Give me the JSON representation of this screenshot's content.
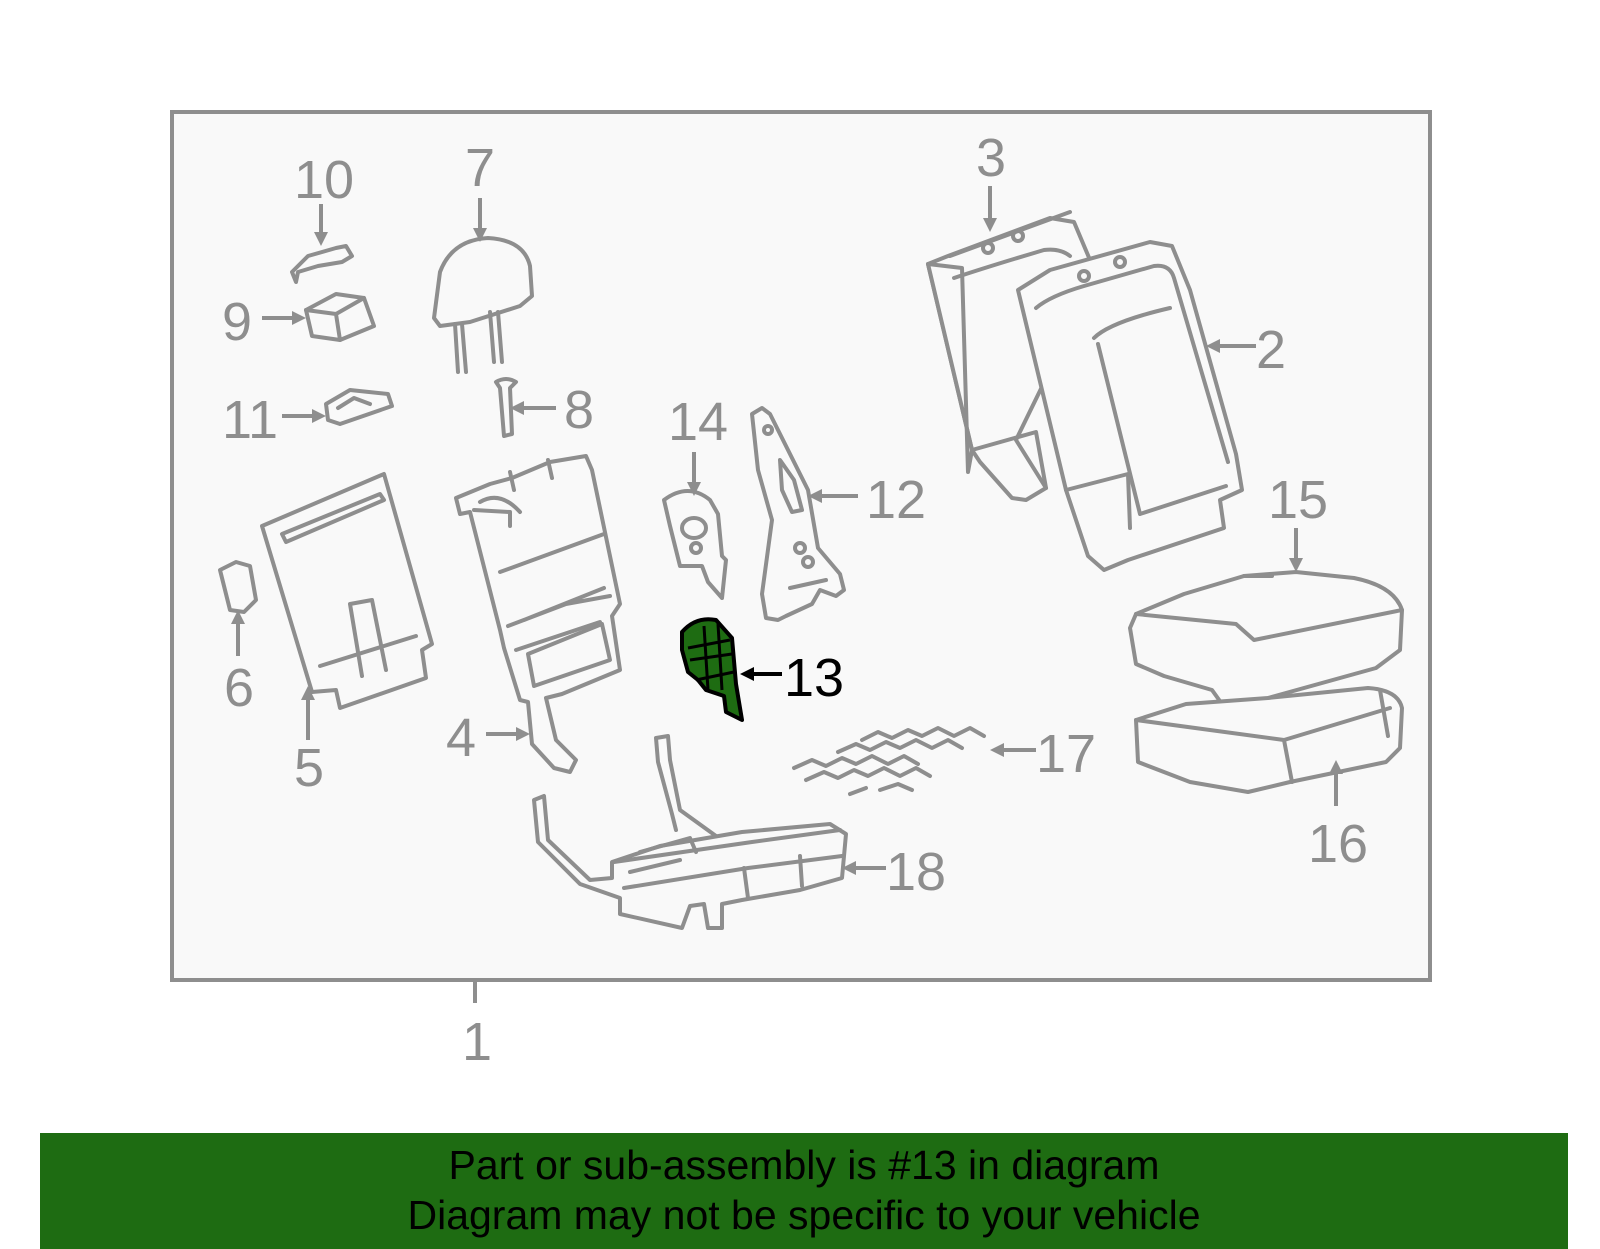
{
  "colors": {
    "highlight": "#1e6c12",
    "line": "#8e8e8e",
    "panel": "#f9f9f9"
  },
  "highlighted_part": "13",
  "callouts": {
    "p1": "1",
    "p2": "2",
    "p3": "3",
    "p4": "4",
    "p5": "5",
    "p6": "6",
    "p7": "7",
    "p8": "8",
    "p9": "9",
    "p10": "10",
    "p11": "11",
    "p12": "12",
    "p13": "13",
    "p14": "14",
    "p15": "15",
    "p16": "16",
    "p17": "17",
    "p18": "18"
  },
  "banner": {
    "line1": "Part or sub-assembly is #13 in diagram",
    "line2": "Diagram may not be specific to your vehicle"
  }
}
